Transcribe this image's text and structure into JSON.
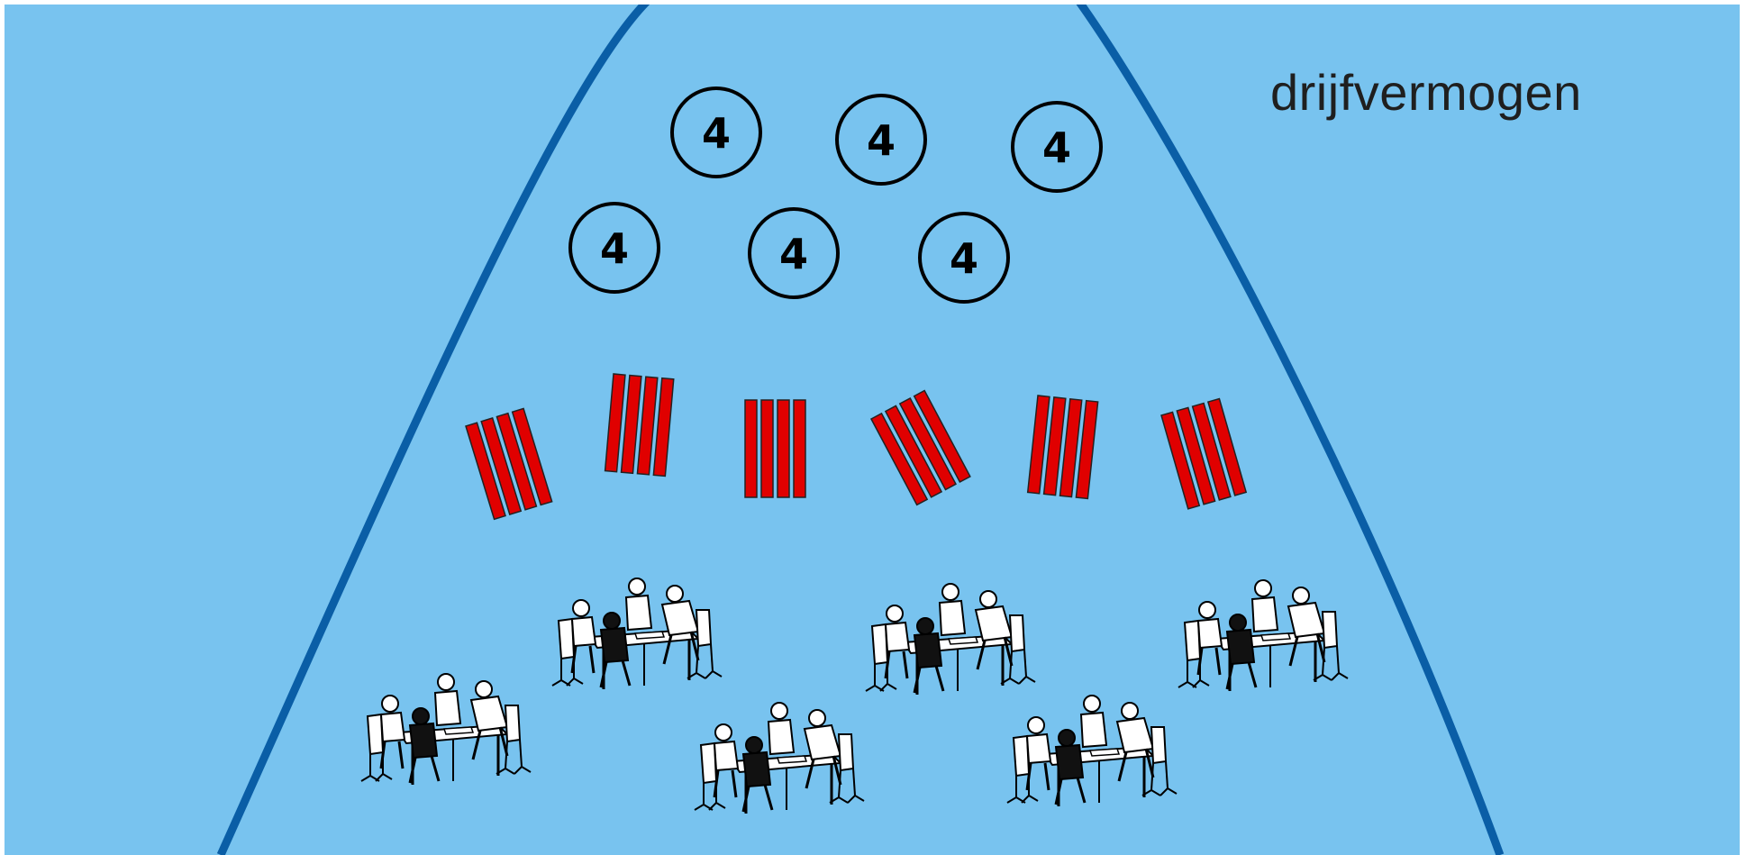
{
  "labels": {
    "drijfvermogen": "drijfvermogen"
  },
  "circle_badges": {
    "number": "4",
    "count": 6
  },
  "bar_groups": {
    "count": 6,
    "bars_per_group": 4,
    "color": "#e00000"
  },
  "table_groups": {
    "count": 6,
    "icon": "people-at-table-icon"
  },
  "colors": {
    "background": "#78c3ef",
    "curve": "#0a5ea6",
    "bars": "#e00000"
  }
}
